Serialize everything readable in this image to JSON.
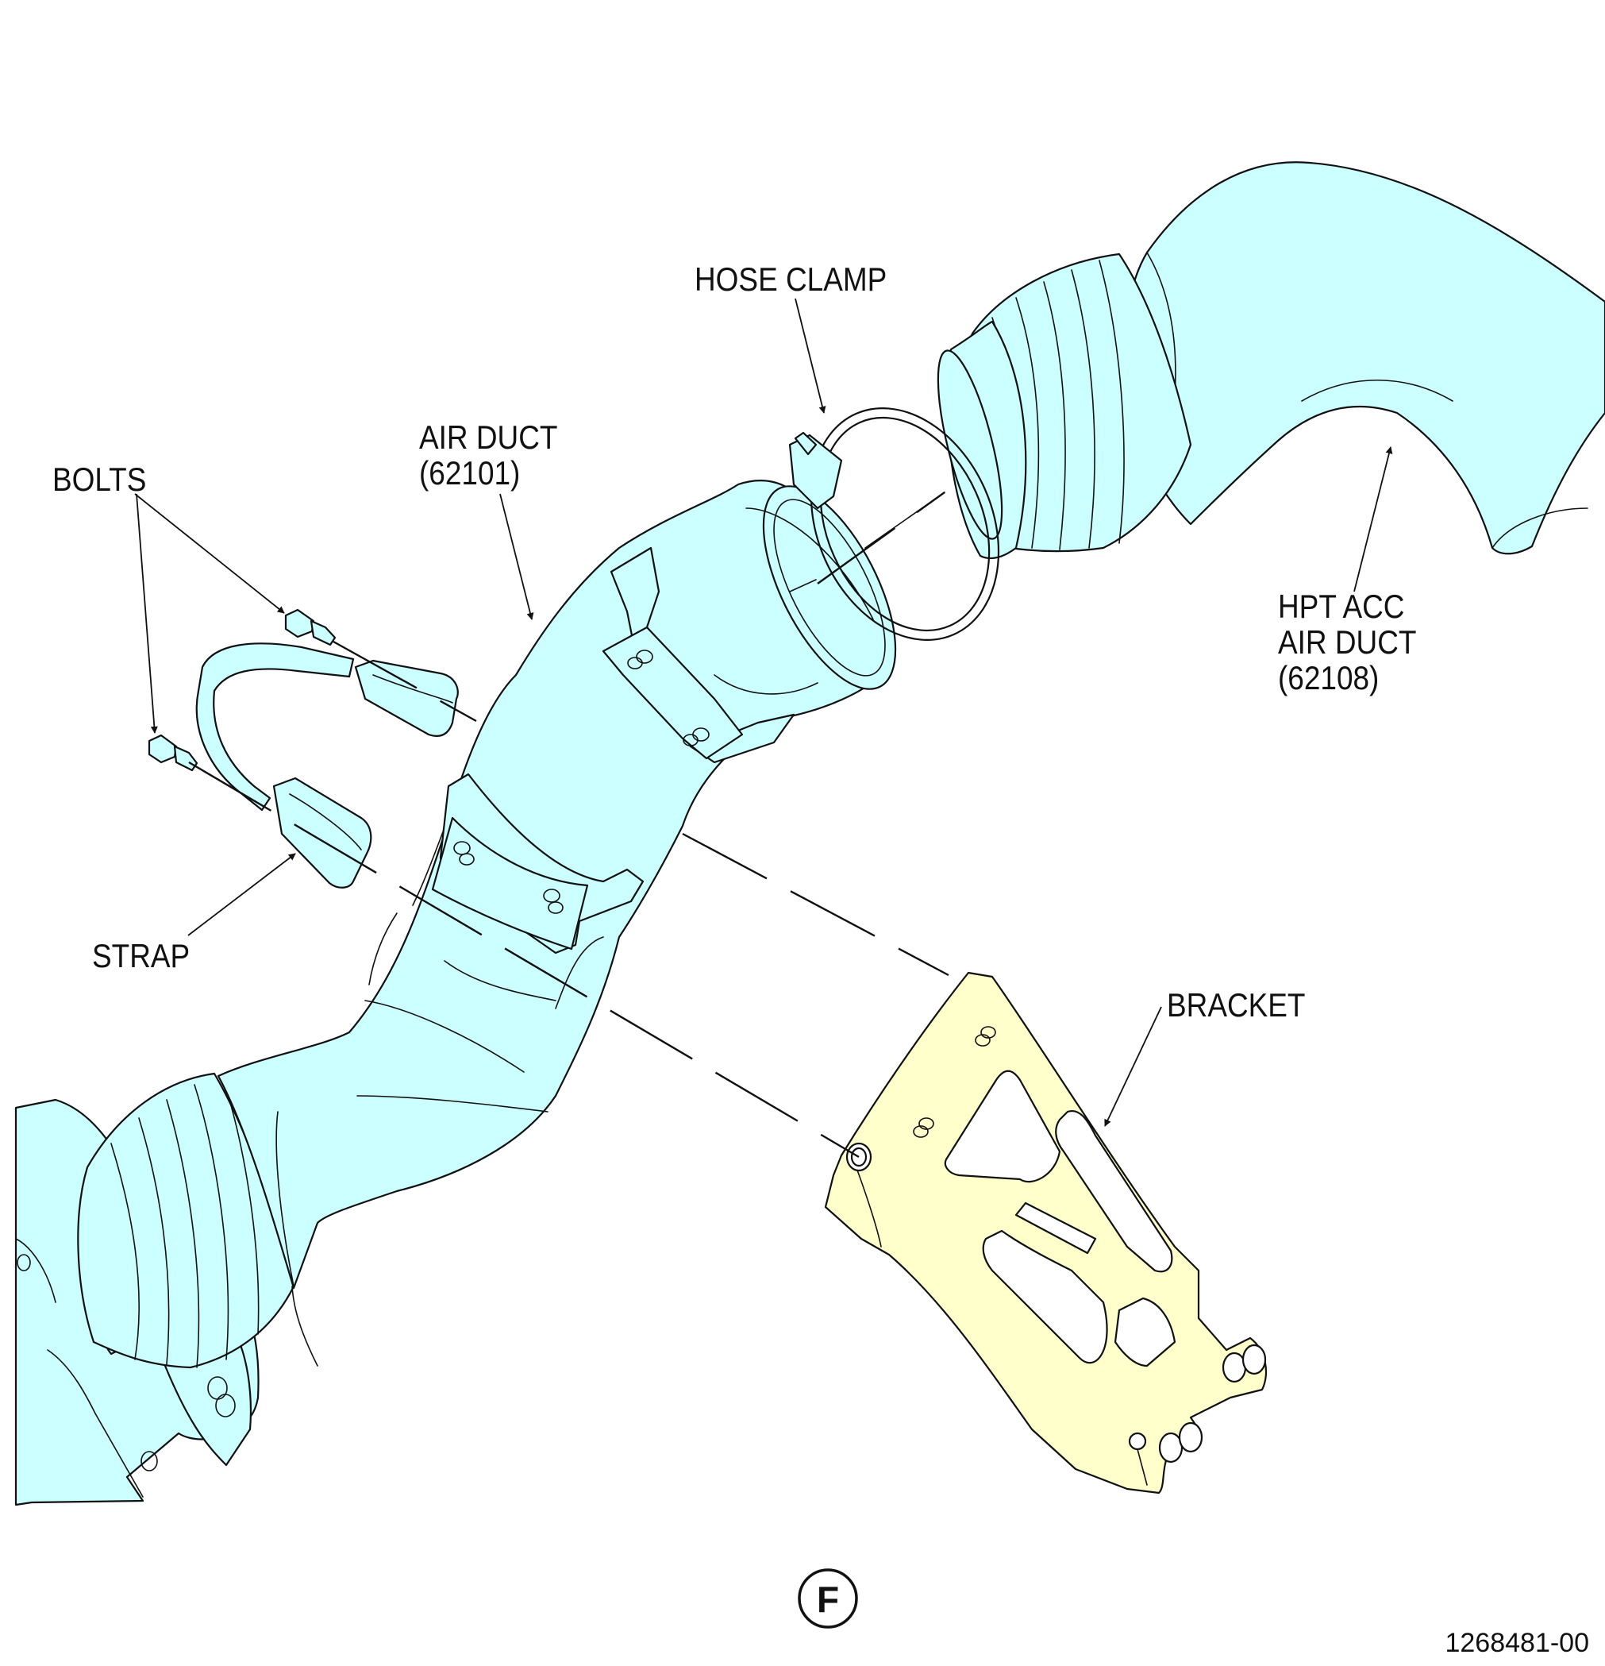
{
  "labels": {
    "hose_clamp": "HOSE CLAMP",
    "air_duct_line1": "AIR DUCT",
    "air_duct_line2": "(62101)",
    "bolts": "BOLTS",
    "strap": "STRAP",
    "hpt_line1": "HPT ACC",
    "hpt_line2": "AIR DUCT",
    "hpt_line3": "(62108)",
    "bracket": "BRACKET"
  },
  "view_id": "F",
  "drawing_number": "1268481-00",
  "colors": {
    "duct_fill": "#ccffff",
    "bracket_fill": "#ffffcc",
    "line": "#111111"
  }
}
